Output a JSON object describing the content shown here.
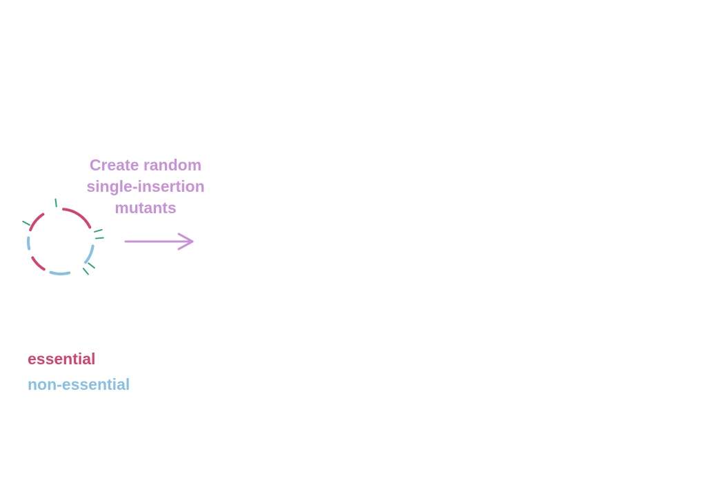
{
  "colors": {
    "essential": "#d0446f",
    "non_essential": "#86c0e4",
    "insertion": "#2da57c",
    "arrow": "#c792d8",
    "background": "#ffffff"
  },
  "step": {
    "label_lines": [
      "Create random",
      "single-insertion",
      "mutants"
    ]
  },
  "legend": {
    "essential": "essential",
    "non_essential": "non-essential"
  },
  "genome": {
    "segments": [
      {
        "type": "essential",
        "start_deg": 291,
        "end_deg": 327
      },
      {
        "type": "essential",
        "start_deg": 5,
        "end_deg": 64
      },
      {
        "type": "non_essential",
        "start_deg": 98,
        "end_deg": 130
      },
      {
        "type": "non_essential",
        "start_deg": 165,
        "end_deg": 200
      },
      {
        "type": "essential",
        "start_deg": 211,
        "end_deg": 240
      },
      {
        "type": "non_essential",
        "start_deg": 257,
        "end_deg": 278
      }
    ],
    "insertions_deg": [
      353,
      74,
      85,
      128,
      140,
      298
    ]
  }
}
